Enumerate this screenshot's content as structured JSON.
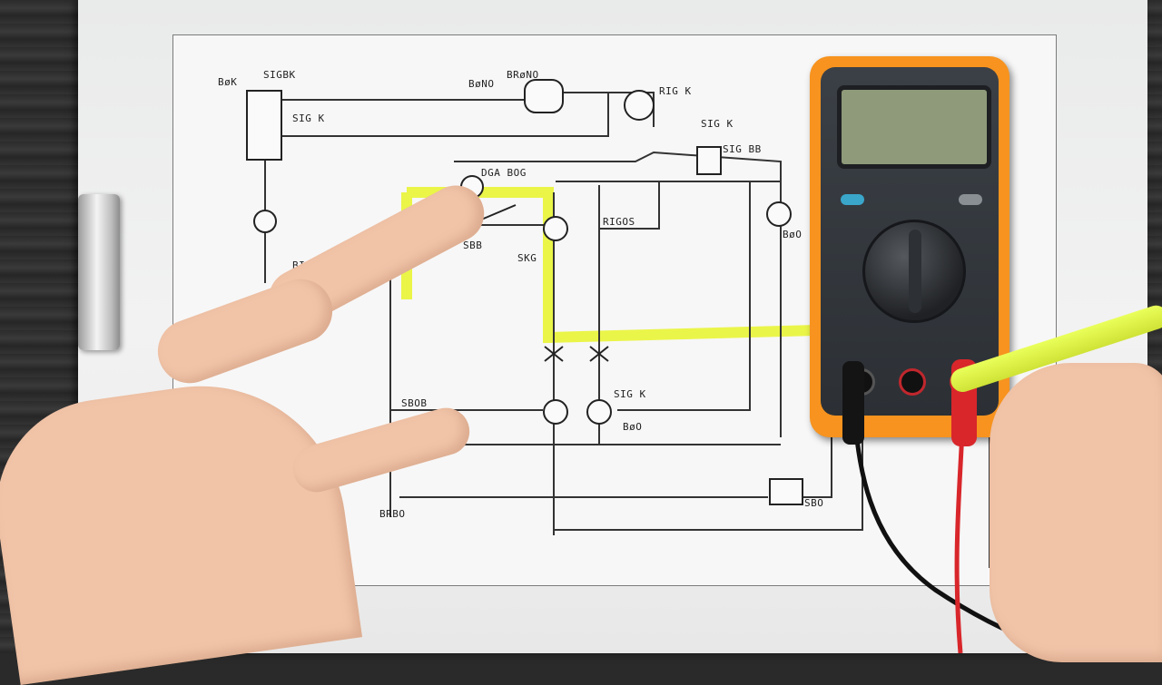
{
  "scene": {
    "description_tags": [
      "hand-pointing-icon",
      "multimeter-icon",
      "highlighter-icon",
      "clipboard-icon"
    ]
  },
  "schematic": {
    "labels": [
      {
        "text": "BøK",
        "id": "l1"
      },
      {
        "text": "SIGBK",
        "id": "l2"
      },
      {
        "text": "BøNO",
        "id": "l3"
      },
      {
        "text": "SIG K",
        "id": "l4"
      },
      {
        "text": "BRøNO",
        "id": "l5"
      },
      {
        "text": "RIG K",
        "id": "l6"
      },
      {
        "text": "SIG K",
        "id": "l7"
      },
      {
        "text": "SIG BB",
        "id": "l8"
      },
      {
        "text": "DGA BOG",
        "id": "l9"
      },
      {
        "text": "SBB",
        "id": "l10"
      },
      {
        "text": "SKG",
        "id": "l11"
      },
      {
        "text": "RIGOS",
        "id": "l12"
      },
      {
        "text": "BøO",
        "id": "l13"
      },
      {
        "text": "BIG",
        "id": "l14"
      },
      {
        "text": "SBOB",
        "id": "l15"
      },
      {
        "text": "SIG K",
        "id": "l16"
      },
      {
        "text": "BøO",
        "id": "l17"
      },
      {
        "text": "BRBO",
        "id": "l18"
      },
      {
        "text": "SBO",
        "id": "l19"
      }
    ]
  },
  "colors": {
    "highlight": "#e8f52a",
    "multimeter_orange": "#f7931e",
    "probe_red": "#d8262b"
  }
}
